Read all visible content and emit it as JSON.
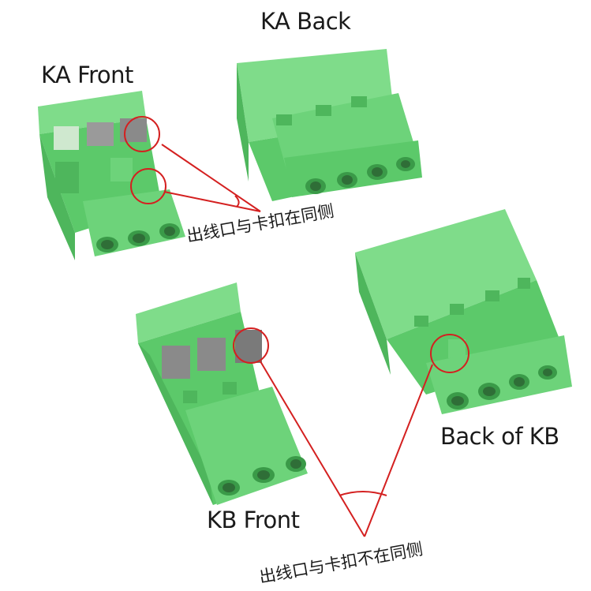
{
  "labels": {
    "ka_front": "KA Front",
    "ka_back": "KA Back",
    "kb_front": "KB Front",
    "kb_back": "Back of KB",
    "note_same_side": "出线口与卡扣在同侧",
    "note_not_same_side": "出线口与卡扣不在同侧"
  },
  "colors": {
    "connector_green": "#5cc96a",
    "connector_light": "#7fdc8a",
    "connector_dark": "#3a9a48",
    "hole_dark": "#2f6e37",
    "metal": "#8a8a8a",
    "annotation_red": "#d42020",
    "background": "#ffffff"
  },
  "icons": [
    "connector-ka-front",
    "connector-ka-back",
    "connector-kb-front",
    "connector-kb-back"
  ]
}
